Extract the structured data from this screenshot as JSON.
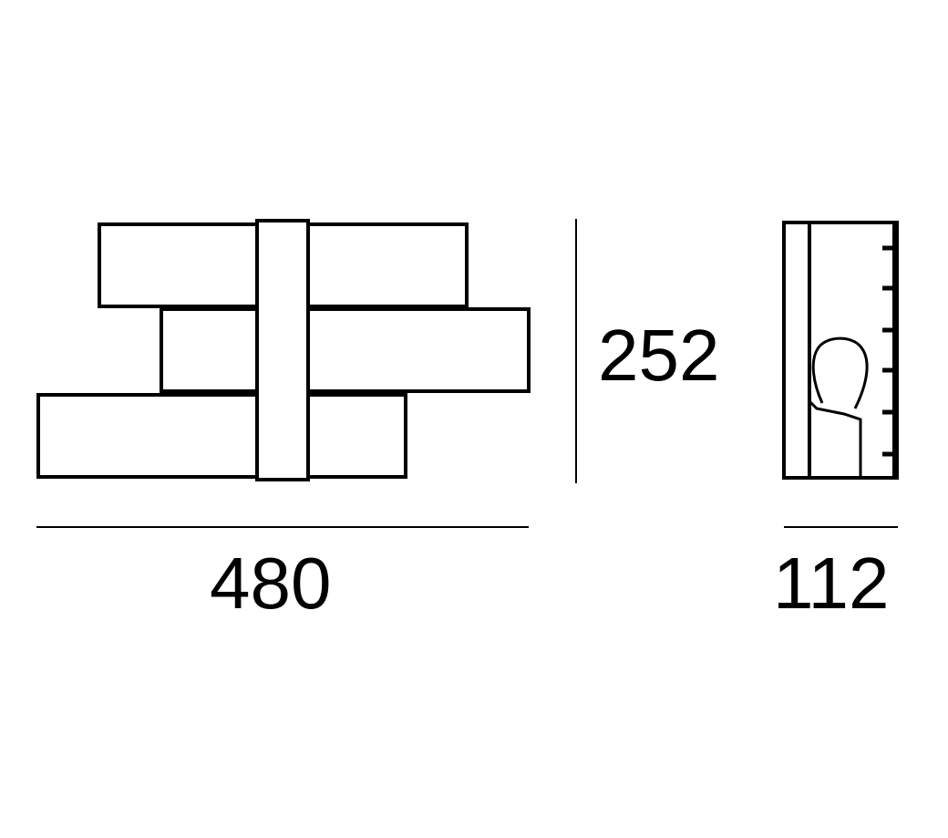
{
  "dimensions": {
    "width": "480",
    "height": "252",
    "depth": "112"
  },
  "colors": {
    "line": "#000000",
    "background": "#ffffff"
  }
}
